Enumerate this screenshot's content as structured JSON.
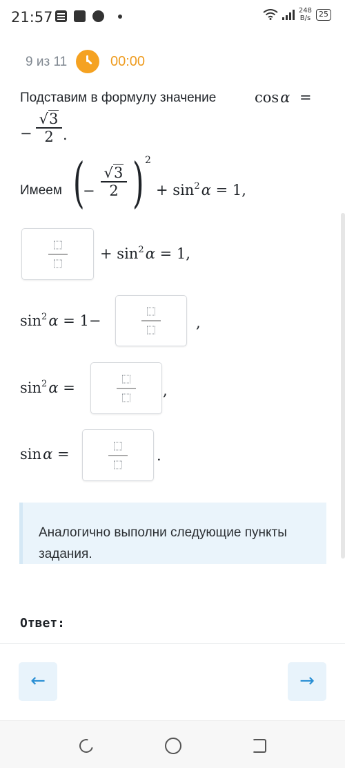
{
  "status_bar": {
    "time": "21:57",
    "net_speed_value": "248",
    "net_speed_unit": "B/s",
    "battery": "25",
    "icons": [
      "list-icon",
      "game-icon",
      "message-icon",
      "dot-icon",
      "wifi-icon",
      "signal-icon",
      "battery-icon"
    ]
  },
  "header": {
    "progress": "9 из 11",
    "timer": "00:00",
    "timer_color": "#f5a221"
  },
  "content": {
    "intro_text": "Подставим в формулу значение",
    "intro_math_fn": "cos",
    "alpha": "α",
    "equals": "=",
    "minus": "−",
    "sqrt_radicand": "3",
    "sqrt_symbol": "√",
    "denominator": "2",
    "period": ".",
    "comma": ",",
    "imeem": "Имеем",
    "sin": "sin",
    "two": "2",
    "plus": "+",
    "one": "1",
    "eq_one_comma": "= 1,",
    "eq_one_minus": "= 1−"
  },
  "hint": {
    "text": "Аналогично выполни следующие пункты задания.",
    "bg_color": "#eaf4fb"
  },
  "answer_label": "Ответ:",
  "navigation": {
    "prev_arrow": "←",
    "next_arrow": "→",
    "accent_color": "#2a8fd4"
  }
}
